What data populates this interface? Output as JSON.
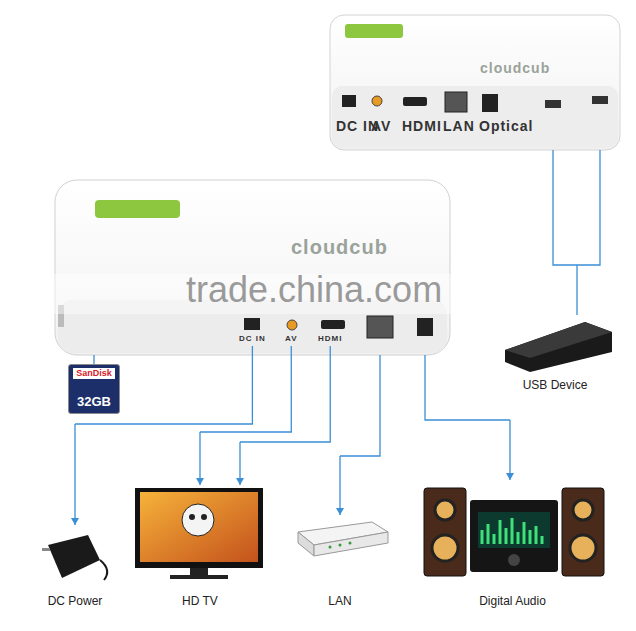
{
  "diagram": {
    "nodes": [
      {
        "text": [
          "cloudcub"
        ]
      },
      {
        "text": [
          "cloudcub"
        ]
      },
      {
        "text": [
          "DC IN"
        ],
        "in": 0
      },
      {
        "text": [
          "AV"
        ],
        "in": 0
      },
      {
        "text": [
          "HDMI"
        ],
        "in": 0
      },
      {
        "text": [
          "DC IN"
        ],
        "in": 1
      },
      {
        "text": [
          "AV"
        ],
        "in": 1
      },
      {
        "text": [
          "HDMI"
        ],
        "in": 1
      },
      {
        "text": [
          "LAN"
        ],
        "in": 1
      },
      {
        "text": [
          "Optical"
        ],
        "in": 1
      },
      {
        "text": [
          "SanDisk",
          "32GB"
        ]
      },
      {
        "text": [
          "USB Device"
        ]
      },
      {
        "text": [
          "DC Power"
        ]
      },
      {
        "text": [
          "HD TV"
        ]
      },
      {
        "text": [
          "LAN"
        ]
      },
      {
        "text": [
          "Digital Audio"
        ]
      }
    ],
    "edges": [
      {
        "from": 0,
        "to": 10,
        "arrow": "none"
      },
      {
        "from": 1,
        "to": 11,
        "arrow": "none"
      },
      {
        "from": 2,
        "to": 12,
        "arrow": "to"
      },
      {
        "from": 3,
        "to": 13,
        "arrow": "to"
      },
      {
        "from": 4,
        "to": 13,
        "arrow": "to"
      },
      {
        "from": 0,
        "to": 14,
        "arrow": "to"
      },
      {
        "from": 0,
        "to": 15,
        "arrow": "to"
      }
    ],
    "labels": [
      "trade.china.com"
    ]
  }
}
